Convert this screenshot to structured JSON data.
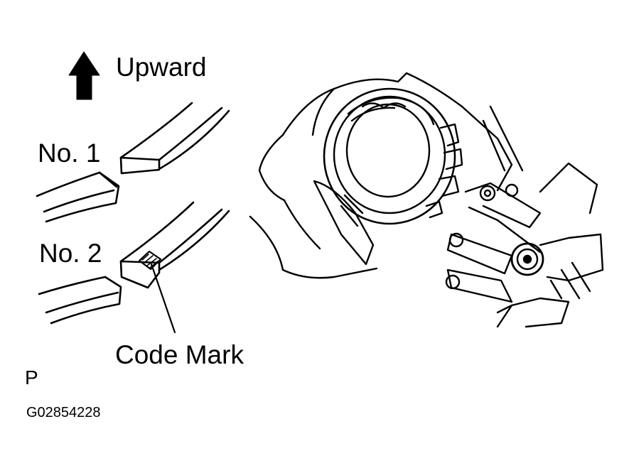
{
  "labels": {
    "upward": "Upward",
    "ring_no1": "No. 1",
    "ring_no2": "No. 2",
    "code_mark": "Code Mark",
    "section": "P",
    "figure_id": "G02854228"
  },
  "colors": {
    "ink": "#000000",
    "paper": "#ffffff"
  }
}
